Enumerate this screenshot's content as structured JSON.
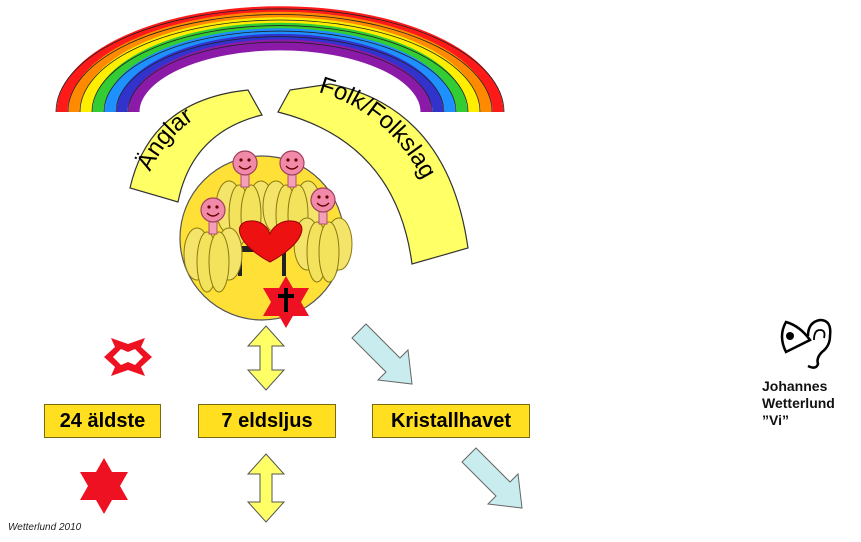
{
  "arc_labels": {
    "left": "Änglar",
    "right": "Folk/Folkslag"
  },
  "boxes": [
    {
      "label": "24 äldste"
    },
    {
      "label": "7 eldsljus"
    },
    {
      "label": "Kristallhavet"
    }
  ],
  "credit": {
    "line1": "Johannes",
    "line2": "Wetterlund",
    "line3": "”Vi”"
  },
  "footer": "Wetterlund 2010",
  "colors": {
    "rainbow": [
      "#ff1a1a",
      "#ff8a00",
      "#ffee00",
      "#33cc33",
      "#1e90ff",
      "#3232cc",
      "#8b1aa8"
    ],
    "box_fill": "#ffdf1f",
    "arc_fill": "#ffff66",
    "circle_fill": "#ffe036",
    "heart": "#ee1111",
    "star": "#ee1122",
    "arrow_vertical": "#ffff66",
    "arrow_diagonal": "#c9ecef"
  },
  "icons": [
    "rainbow",
    "heart-icon",
    "star-of-david-icon",
    "cross-icon",
    "octagram-icon",
    "eye-ear-icon"
  ]
}
